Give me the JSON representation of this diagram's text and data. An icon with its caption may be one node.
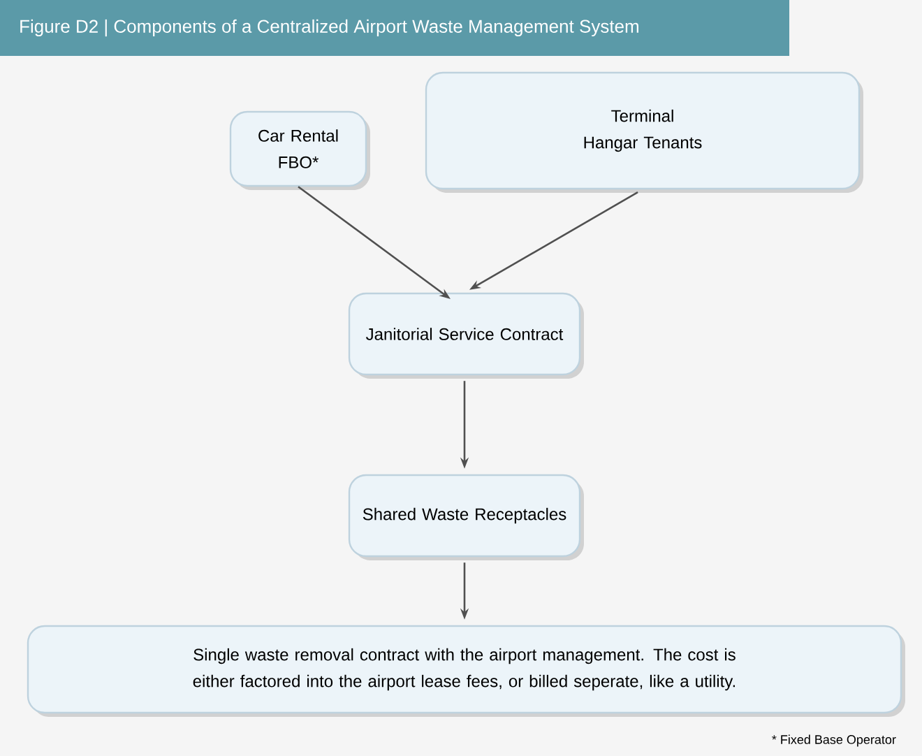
{
  "diagram": {
    "title": "Figure D2 | Components of a Centralized Airport Waste Management System",
    "nodes": [
      {
        "text": [
          "Car Rental",
          "FBO*"
        ]
      },
      {
        "text": [
          "Terminal",
          "Hangar Tenants"
        ]
      },
      {
        "text": [
          "Janitorial Service Contract"
        ]
      },
      {
        "text": [
          "Shared Waste Receptacles"
        ]
      },
      {
        "text": [
          "Single waste removal contract with the airport management. The cost is either factored into the airport lease fees, or billed seperate, like a utility."
        ]
      }
    ],
    "edges": [
      {
        "from": 0,
        "to": 2,
        "arrow": "to"
      },
      {
        "from": 1,
        "to": 2,
        "arrow": "to"
      },
      {
        "from": 2,
        "to": 3,
        "arrow": "to"
      },
      {
        "from": 3,
        "to": 4,
        "arrow": "to"
      }
    ],
    "labels": [
      "* Fixed Base Operator"
    ]
  }
}
